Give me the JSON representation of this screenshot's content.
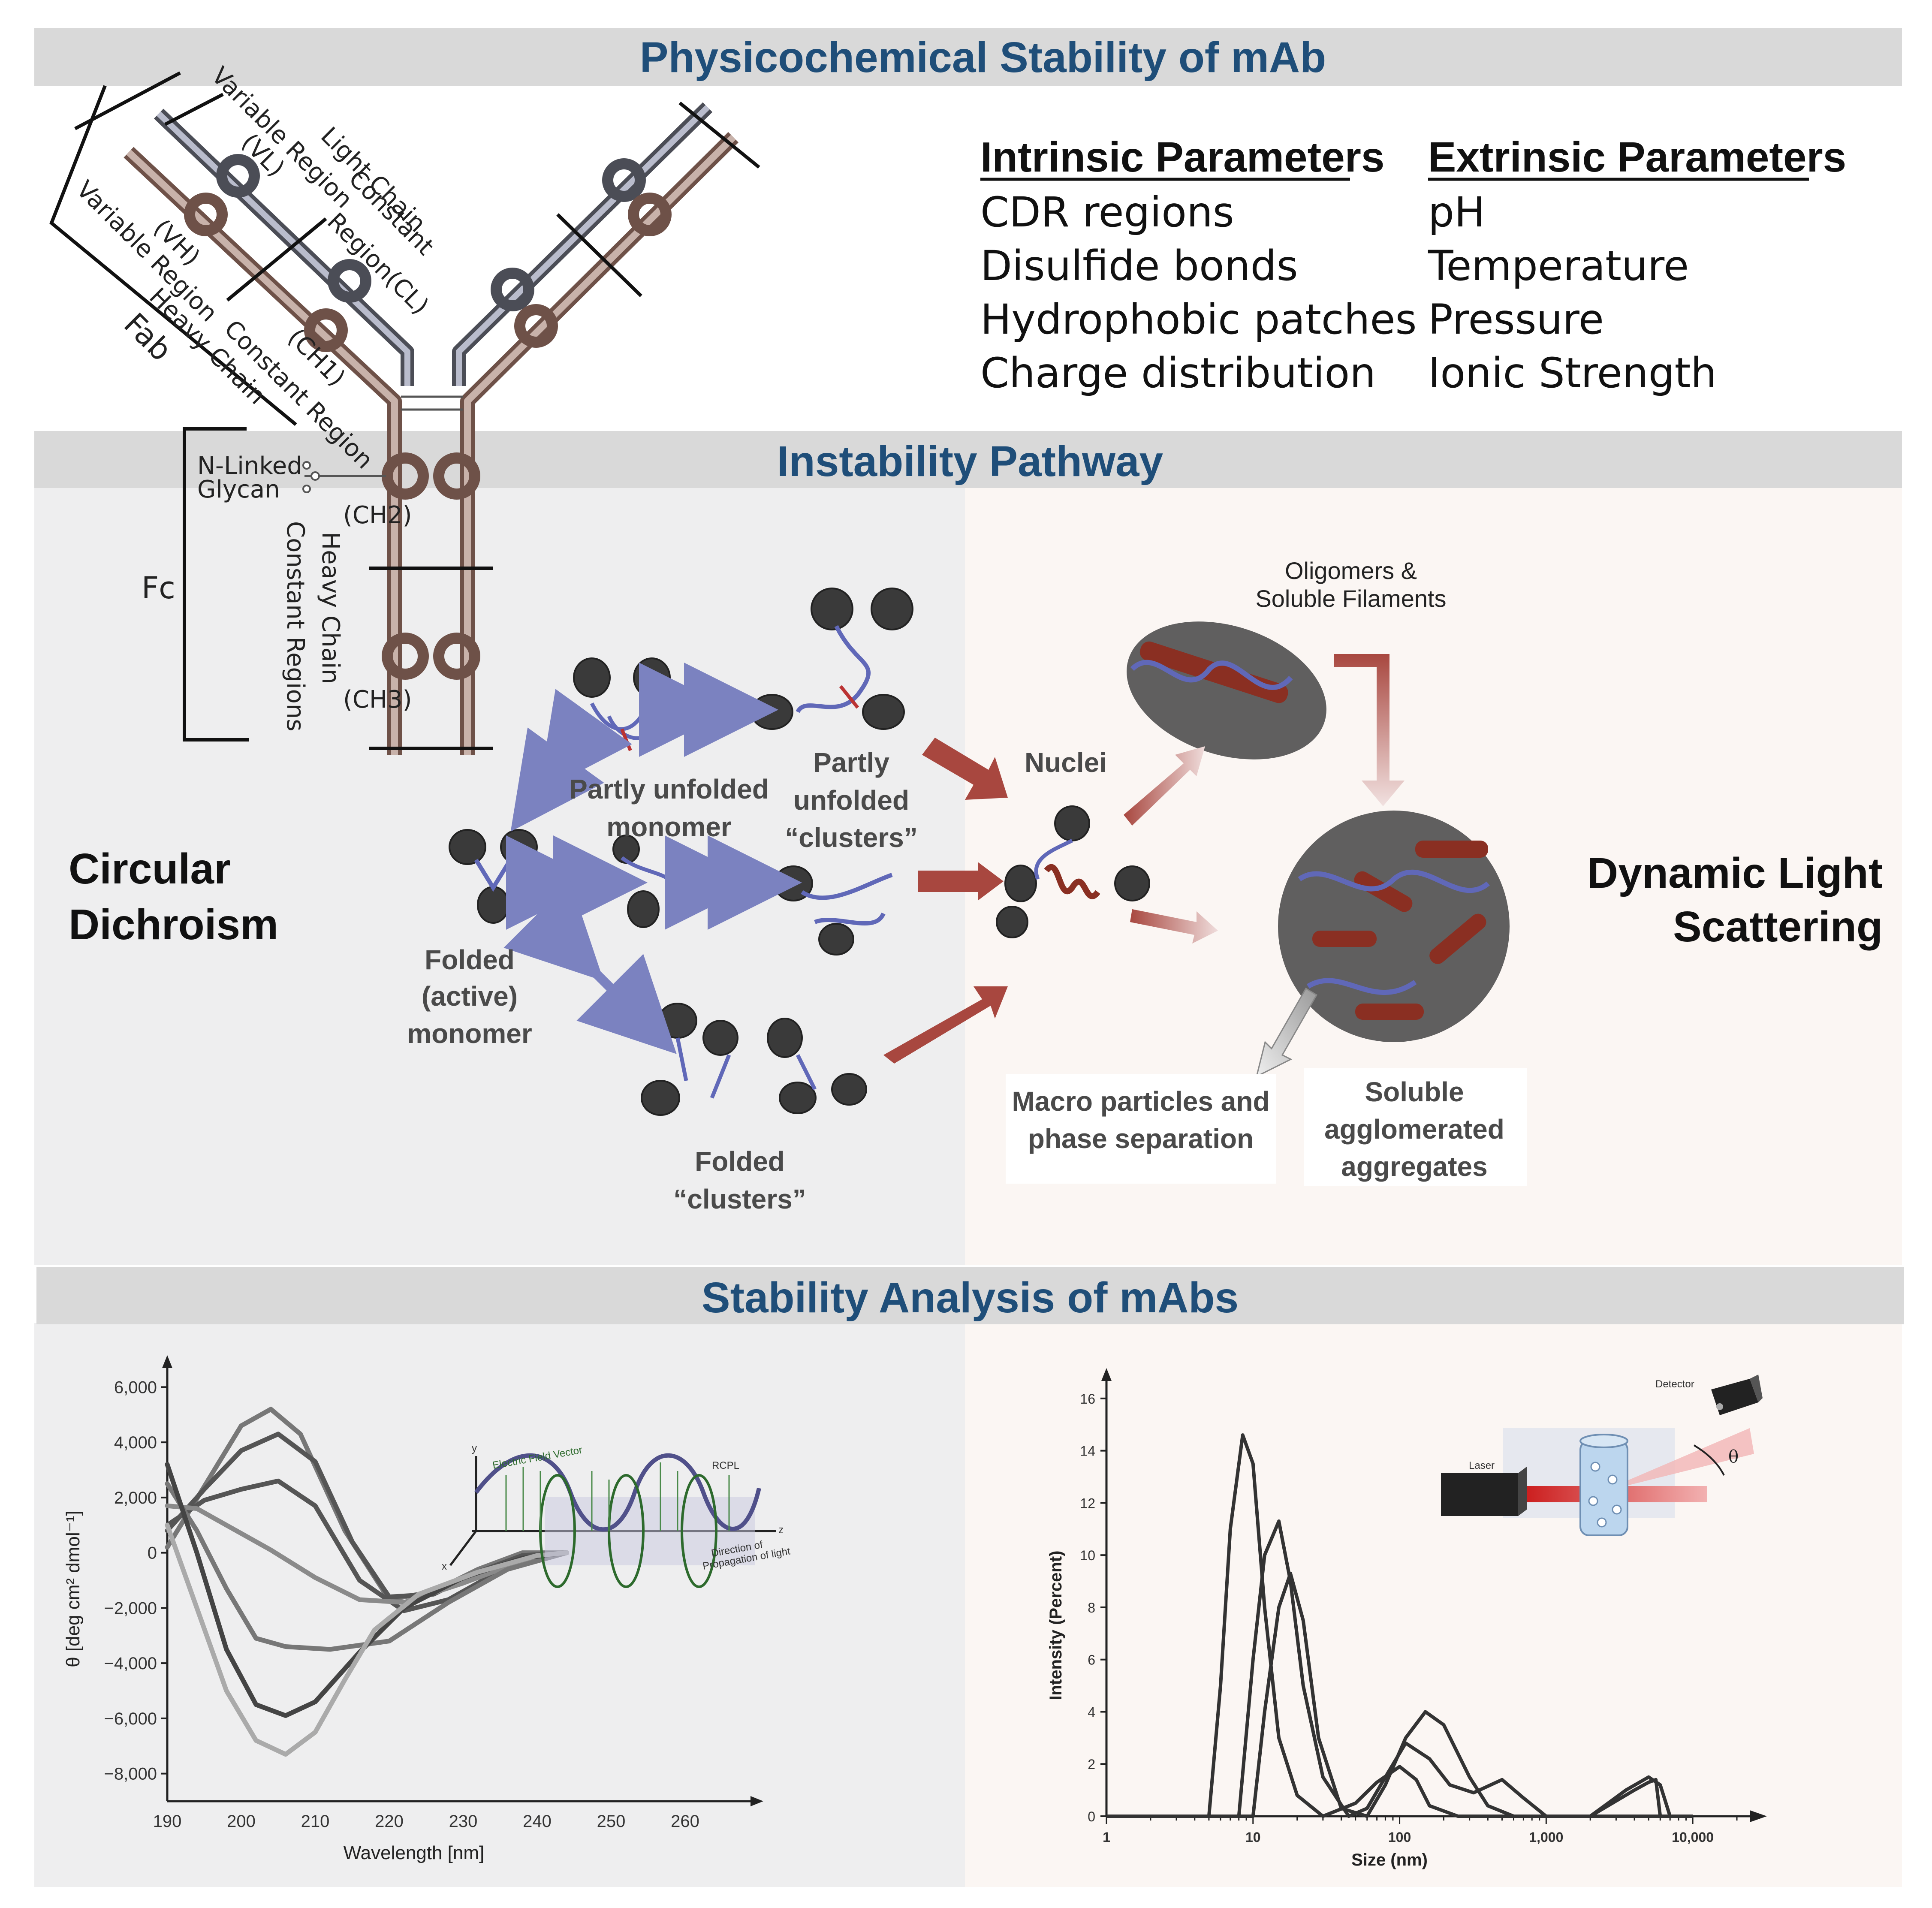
{
  "header": {
    "title": "Physicochemical Stability of mAb"
  },
  "intrinsic": {
    "heading": "Intrinsic Parameters",
    "items": [
      "CDR regions",
      "Disulfide bonds",
      "Hydrophobic patches",
      "Charge distribution"
    ]
  },
  "extrinsic": {
    "heading": "Extrinsic Parameters",
    "items": [
      "pH",
      "Temperature",
      "Pressure",
      "Ionic Strength"
    ]
  },
  "antibody": {
    "light_chain_variable": "Variable Region",
    "vl": "(VL)",
    "light_chain": "Light Chain",
    "constant_region_cl_a": "Constant",
    "constant_region_cl_b": "Region(CL)",
    "vh": "(VH)",
    "heavy_variable": "Variable Region",
    "heavy_chain": "Heavy Chain",
    "fab": "Fab",
    "ch1": "(CH1)",
    "constant_region": "Constant Region",
    "n_linked_a": "N-Linked",
    "n_linked_b": "Glycan",
    "ch2": "(CH2)",
    "ch3": "(CH3)",
    "fc": "Fc",
    "heavy_chain_constant_a": "Heavy Chain",
    "heavy_chain_constant_b": "Constant Regions"
  },
  "pathway": {
    "title": "Instability Pathway",
    "left_method_a": "Circular",
    "left_method_b": "Dichroism",
    "right_method_a": "Dynamic Light",
    "right_method_b": "Scattering",
    "labels": {
      "partly_unfolded_monomer_a": "Partly unfolded",
      "partly_unfolded_monomer_b": "monomer",
      "partly_unfolded_clusters_a": "Partly",
      "partly_unfolded_clusters_b": "unfolded",
      "partly_unfolded_clusters_c": "“clusters”",
      "folded_monomer_a": "Folded",
      "folded_monomer_b": "(active)",
      "folded_monomer_c": "monomer",
      "folded_clusters_a": "Folded",
      "folded_clusters_b": "“clusters”",
      "nuclei": "Nuclei",
      "oligomers_a": "Oligomers &",
      "oligomers_b": "Soluble Filaments",
      "macro_a": "Macro particles and",
      "macro_b": "phase separation",
      "soluble_a": "Soluble",
      "soluble_b": "agglomerated",
      "soluble_c": "aggregates"
    }
  },
  "analysis": {
    "title": "Stability Analysis of mAbs"
  },
  "colors": {
    "band": "#d9d9d9",
    "title_blue": "#1f4e79",
    "left_panel": "#eeeeef",
    "right_panel": "#fbf6f3",
    "arrow_blue": "#7b82c0",
    "arrow_red": "#a8473f"
  },
  "chart_data": [
    {
      "type": "line",
      "xlabel": "Wavelength [nm]",
      "ylabel": "θ [deg cm² dmol⁻¹]",
      "xlim": [
        190,
        270
      ],
      "ylim": [
        -9000,
        7000
      ],
      "x_ticks": [
        "190",
        "200",
        "210",
        "220",
        "230",
        "240",
        "250",
        "260"
      ],
      "x_tick_values": [
        190,
        200,
        210,
        220,
        230,
        240,
        250,
        260
      ],
      "y_ticks": [
        "6,000",
        "4,000",
        "2,000",
        "0",
        "−2,000",
        "−4,000",
        "−6,000",
        "−8,000"
      ],
      "y_tick_values": [
        6000,
        4000,
        2000,
        0,
        -2000,
        -4000,
        -6000,
        -8000
      ],
      "series": [
        {
          "x": [
            190,
            195,
            200,
            204,
            208,
            214,
            220,
            226,
            232,
            238,
            244
          ],
          "values": [
            200,
            2400,
            4600,
            5200,
            4300,
            800,
            -1700,
            -1400,
            -600,
            0,
            0
          ]
        },
        {
          "x": [
            190,
            195,
            200,
            205,
            210,
            215,
            220,
            226,
            232,
            238,
            244
          ],
          "values": [
            800,
            2300,
            3700,
            4300,
            3300,
            400,
            -1600,
            -1500,
            -700,
            -100,
            0
          ]
        },
        {
          "x": [
            190,
            195,
            200,
            205,
            210,
            216,
            222,
            228,
            234,
            240,
            244
          ],
          "values": [
            1000,
            1900,
            2300,
            2600,
            1700,
            -1000,
            -2100,
            -1700,
            -800,
            -200,
            0
          ]
        },
        {
          "x": [
            190,
            194,
            198,
            204,
            210,
            216,
            222,
            230,
            238,
            244
          ],
          "values": [
            1700,
            1600,
            1000,
            100,
            -900,
            -1700,
            -1800,
            -1100,
            -300,
            0
          ]
        },
        {
          "x": [
            190,
            194,
            198,
            202,
            206,
            212,
            220,
            228,
            236,
            244
          ],
          "values": [
            2500,
            800,
            -1300,
            -3100,
            -3400,
            -3500,
            -3200,
            -1800,
            -600,
            0
          ]
        },
        {
          "x": [
            190,
            194,
            198,
            202,
            206,
            210,
            216,
            222,
            230,
            238,
            244
          ],
          "values": [
            3200,
            0,
            -3500,
            -5500,
            -5900,
            -5400,
            -3600,
            -2000,
            -900,
            -200,
            0
          ]
        },
        {
          "x": [
            190,
            194,
            198,
            202,
            206,
            210,
            214,
            218,
            224,
            232,
            240,
            244
          ],
          "values": [
            1000,
            -2000,
            -5000,
            -6800,
            -7300,
            -6500,
            -4600,
            -2800,
            -1500,
            -700,
            -100,
            0
          ]
        }
      ],
      "inset": {
        "title_a": "Electric Field Vector",
        "label_rcpl": "RCPL",
        "dir_a": "Direction of",
        "dir_b": "Propagation of light",
        "axis_x": "x",
        "axis_y": "y",
        "axis_z": "z"
      }
    },
    {
      "type": "line",
      "xlabel": "Size (nm)",
      "ylabel": "Intensity (Percent)",
      "x_scale": "log",
      "xlim": [
        1,
        20000
      ],
      "ylim": [
        0,
        17
      ],
      "x_ticks": [
        "1",
        "10",
        "100",
        "1,000",
        "10,000"
      ],
      "x_tick_values": [
        1,
        10,
        100,
        1000,
        10000
      ],
      "y_ticks": [
        "16",
        "14",
        "12",
        "10",
        "8",
        "6",
        "4",
        "2",
        "0"
      ],
      "y_tick_values": [
        16,
        14,
        12,
        10,
        8,
        6,
        4,
        2,
        0
      ],
      "series": [
        {
          "x": [
            1,
            5,
            6,
            7,
            8.5,
            10,
            12,
            15,
            20,
            30,
            50,
            70,
            100,
            130,
            160,
            250,
            400,
            600,
            900,
            2000,
            4000,
            5000,
            5600,
            6000,
            7000
          ],
          "values": [
            0,
            0,
            5,
            11,
            14.6,
            13.5,
            8,
            3,
            0.8,
            0,
            0.5,
            1.3,
            1.9,
            1.4,
            0.4,
            0,
            0,
            0,
            0,
            0,
            1.0,
            1.3,
            1.4,
            0,
            0
          ]
        },
        {
          "x": [
            1,
            8,
            10,
            12,
            15,
            18,
            22,
            30,
            45,
            60,
            80,
            110,
            160,
            220,
            320,
            500,
            700,
            1000,
            2000,
            3500,
            5000,
            6000,
            7000
          ],
          "values": [
            0,
            0,
            6,
            10,
            11.3,
            9,
            5,
            1.5,
            0,
            0.3,
            1.5,
            2.8,
            2.2,
            1.2,
            0.9,
            1.4,
            0.7,
            0,
            0,
            1.0,
            1.5,
            1.2,
            0
          ]
        },
        {
          "x": [
            1,
            10,
            12,
            15,
            18,
            22,
            28,
            40,
            60,
            80,
            110,
            150,
            200,
            300,
            400,
            600,
            10000
          ],
          "values": [
            0,
            0,
            4,
            8,
            9.3,
            7.5,
            3,
            0.3,
            0,
            1.2,
            3.0,
            4.0,
            3.5,
            1.5,
            0.4,
            0,
            0
          ]
        }
      ],
      "inset": {
        "detector": "Detector",
        "laser": "Laser",
        "theta": "θ"
      }
    }
  ]
}
